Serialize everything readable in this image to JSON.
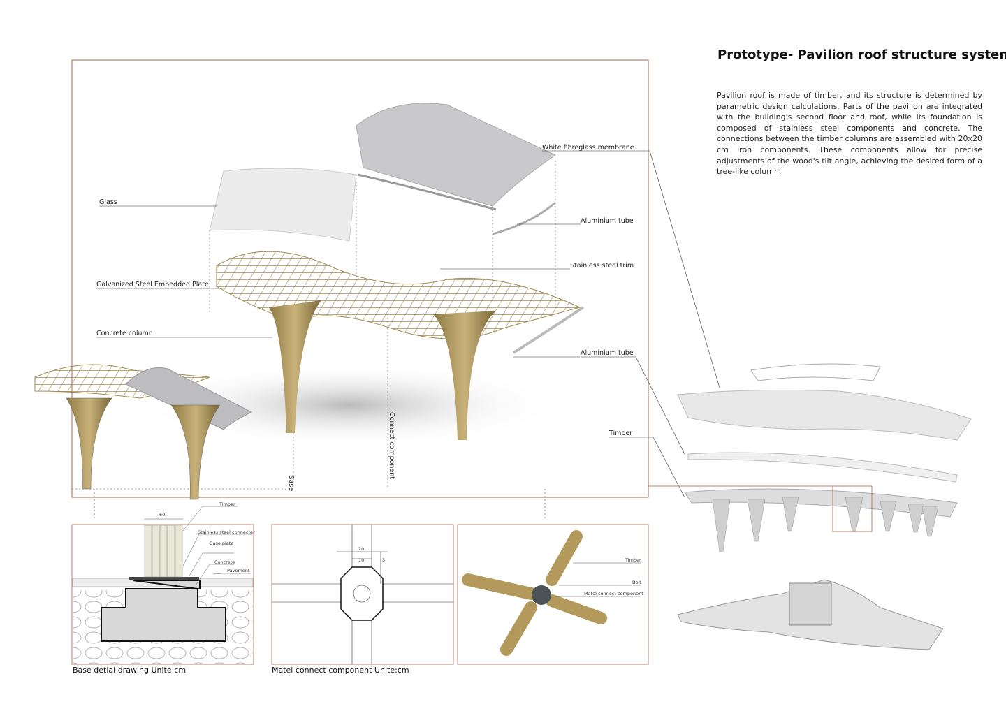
{
  "title": "Prototype- Pavilion roof structure system",
  "description": "Pavilion roof is made of timber, and its structure is determined by parametric design calculations. Parts of the pavilion are integrated with the building's second floor and roof, while its foundation is composed of stainless steel components and concrete. The connections between the timber columns are assembled with 20x20 cm iron components. These components allow for precise adjustments of the wood's tilt angle, achieving the desired form of a tree-like column.",
  "main_labels": {
    "glass": "Glass",
    "embedded_plate": "Galvanized Steel Embedded Plate",
    "concrete_column": "Concrete column",
    "membrane": "White fibreglass membrane",
    "aluminium_tube_1": "Aluminium tube",
    "steel_trim": "Stainless steel trim",
    "aluminium_tube_2": "Aluminium tube",
    "timber": "Timber",
    "connect_component": "Connect component",
    "base": "Base"
  },
  "base_detail": {
    "caption": "Base detial drawing   Unite:cm",
    "dimension": "60",
    "labels": [
      "Timber",
      "Stainless steel connecter",
      "Base plate",
      "Concrete",
      "Pavement"
    ]
  },
  "connect_detail": {
    "caption": "Matel connect component   Unite:cm",
    "dims": [
      "20",
      "10",
      "3"
    ]
  },
  "connect_render": {
    "labels": [
      "Timber",
      "Bolt",
      "Matel connect component"
    ]
  },
  "colors": {
    "frame": "#b4806b",
    "timber": "#b39a5c",
    "membrane": "#cfcfd1"
  }
}
